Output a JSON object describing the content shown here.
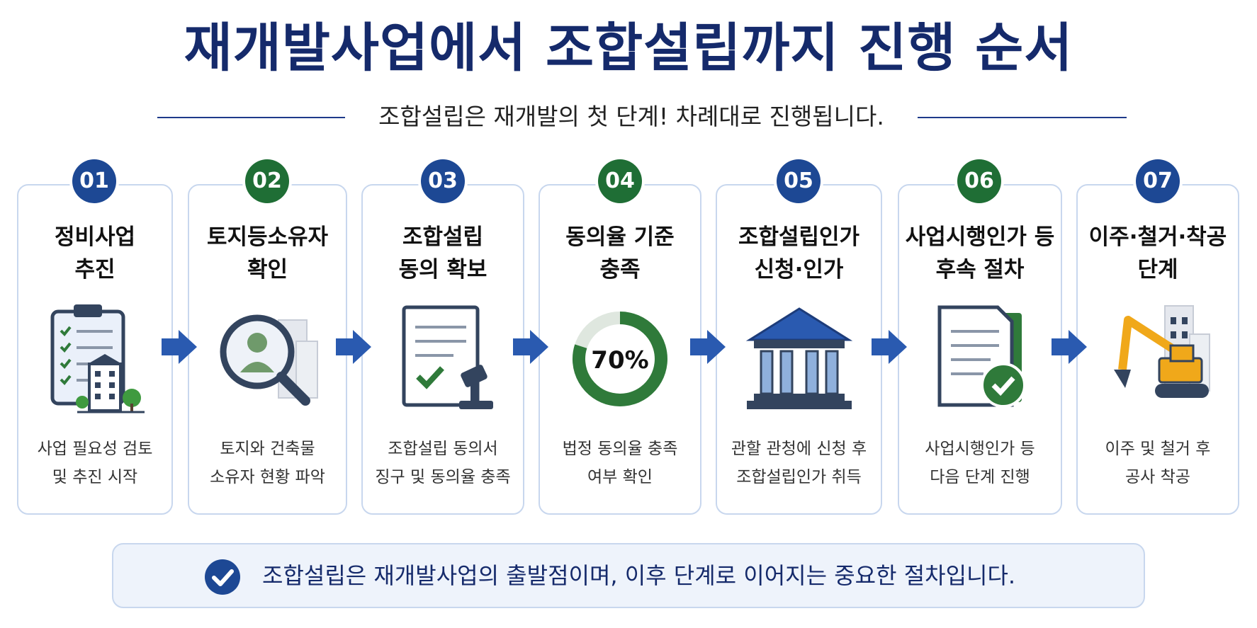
{
  "title": "재개발사업에서 조합설립까지 진행 순서",
  "subtitle": "조합설립은 재개발의 첫 단계! 차례대로 진행됩니다.",
  "steps": [
    {
      "number": "01",
      "title": "정비사업\n추진",
      "desc": "사업 필요성 검토\n및 추진 시작",
      "icon": "clipboard-checklist-icon",
      "color": "#1d4894"
    },
    {
      "number": "02",
      "title": "토지등소유자\n확인",
      "desc": "토지와 건축물\n소유자 현황 파악",
      "icon": "magnifier-person-icon",
      "color": "#1f6e35"
    },
    {
      "number": "03",
      "title": "조합설립\n동의 확보",
      "desc": "조합설립 동의서\n징구 및 동의율 충족",
      "icon": "document-gavel-icon",
      "color": "#1d4894"
    },
    {
      "number": "04",
      "title": "동의율 기준\n충족",
      "desc": "법정 동의율 충족\n여부 확인",
      "icon": "percent-gauge-icon",
      "color": "#1f6e35",
      "gauge_value": "70%"
    },
    {
      "number": "05",
      "title": "조합설립인가\n신청·인가",
      "desc": "관할 관청에 신청 후\n조합설립인가 취득",
      "icon": "government-building-icon",
      "color": "#1d4894"
    },
    {
      "number": "06",
      "title": "사업시행인가 등\n후속 절차",
      "desc": "사업시행인가 등\n다음 단계 진행",
      "icon": "document-approved-icon",
      "color": "#1f6e35"
    },
    {
      "number": "07",
      "title": "이주·철거·착공\n단계",
      "desc": "이주 및 철거 후\n공사 착공",
      "icon": "excavator-icon",
      "color": "#1d4894"
    }
  ],
  "footer": {
    "text": "조합설립은 재개발사업의 출발점이며, 이후 단계로 이어지는 중요한 절차입니다.",
    "icon": "check-circle-icon"
  },
  "colors": {
    "navy": "#152a6b",
    "blue": "#1d4894",
    "green": "#1f6e35",
    "card_border": "#c8d7ee",
    "arrow": "#2a5ab0"
  }
}
